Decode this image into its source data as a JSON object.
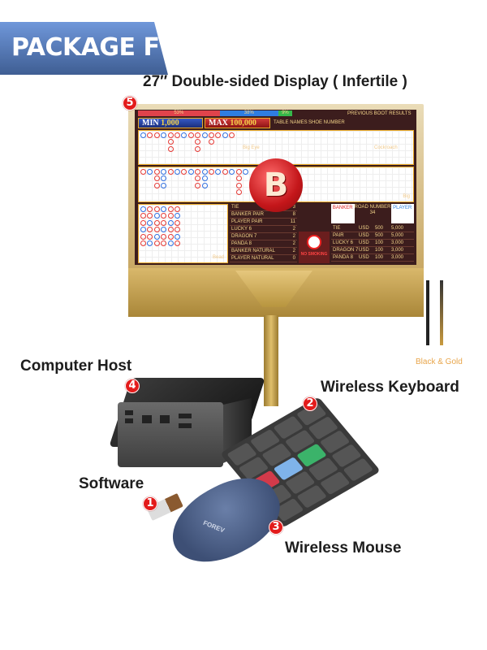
{
  "header": {
    "package_label": "PACKAGE F"
  },
  "display": {
    "title": "27″ Double-sided Display ( Infertile )",
    "badge": "5",
    "screen": {
      "progress": [
        {
          "label": "53%",
          "value": 53,
          "color": "#e0434b"
        },
        {
          "label": "38%",
          "value": 38,
          "color": "#2f7de1"
        },
        {
          "label": "9%",
          "value": 9,
          "color": "#35b84a"
        }
      ],
      "min_label": "MIN",
      "min_value": "1,000",
      "max_label": "MAX",
      "max_value": "100,000",
      "table_name": "TABLE NAMES",
      "shoe_number": "SHOE NUMBER",
      "previous_results": "PREVIOUS BOOT RESULTS",
      "big_eye": "Big Eye",
      "cockroach": "Cockroach",
      "big": "Big",
      "bead": "Bead",
      "result": "B",
      "stats": [
        {
          "name": "TIE",
          "value": "3"
        },
        {
          "name": "BANKER PAIR",
          "value": "8"
        },
        {
          "name": "PLAYER PAIR",
          "value": "11"
        },
        {
          "name": "LUCKY 6",
          "value": "2"
        },
        {
          "name": "DRAGON 7",
          "value": "2"
        },
        {
          "name": "PANDA 8",
          "value": "2"
        },
        {
          "name": "BANKER NATURAL",
          "value": "2"
        },
        {
          "name": "PLAYER NATURAL",
          "value": "0"
        }
      ],
      "banker": "BANKER",
      "road_number": "ROAD NUMBER",
      "road_value": "34",
      "player": "PLAYER",
      "no_smoking": "NO SMOKING",
      "payouts": [
        {
          "name": "TIE",
          "cur": "USD",
          "min": "500",
          "max": "5,000"
        },
        {
          "name": "PAIR",
          "cur": "USD",
          "min": "500",
          "max": "5,000"
        },
        {
          "name": "LUCKY 6",
          "cur": "USD",
          "min": "100",
          "max": "3,000"
        },
        {
          "name": "DRAGON 7",
          "cur": "USD",
          "min": "100",
          "max": "3,000"
        },
        {
          "name": "PANDA 8",
          "cur": "USD",
          "min": "100",
          "max": "3,000"
        }
      ]
    },
    "pen_color_label": "Black & Gold"
  },
  "items": [
    {
      "badge": "1",
      "label": "Software"
    },
    {
      "badge": "2",
      "label": "Wireless Keyboard"
    },
    {
      "badge": "3",
      "label": "Wireless Mouse"
    },
    {
      "badge": "4",
      "label": "Computer Host"
    }
  ],
  "mouse_brand": "FOREV"
}
